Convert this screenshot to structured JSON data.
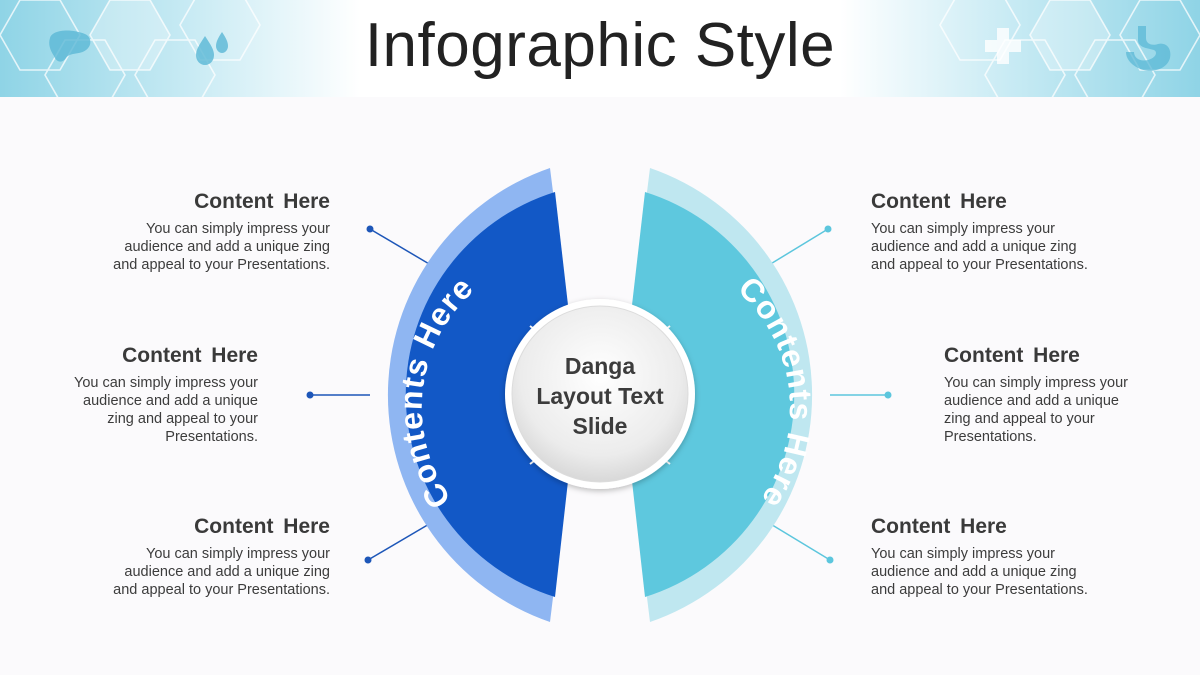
{
  "title": "Infographic Style",
  "center_label": [
    "Danga",
    "Layout Text",
    "Slide"
  ],
  "arcs": {
    "left_label": "Contents Here",
    "right_label": "Contents Here"
  },
  "blocks": [
    {
      "heading": "Content Here",
      "text_lines": [
        "You can simply impress your",
        "audience and add a unique zing",
        "and appeal to your Presentations."
      ]
    },
    {
      "heading": "Content Here",
      "text_lines": [
        "You can simply impress your",
        "audience and add a unique",
        "zing and appeal to your",
        "Presentations."
      ]
    },
    {
      "heading": "Content Here",
      "text_lines": [
        "You can simply impress your",
        "audience and add a unique zing",
        "and appeal to your Presentations."
      ]
    },
    {
      "heading": "Content Here",
      "text_lines": [
        "You can simply impress your",
        "audience and add a unique zing",
        "and appeal to your Presentations."
      ]
    },
    {
      "heading": "Content Here",
      "text_lines": [
        "You can simply impress your",
        "audience and add a unique",
        "zing and appeal to your",
        "Presentations."
      ]
    },
    {
      "heading": "Content Here",
      "text_lines": [
        "You can simply impress your",
        "audience and add a unique zing",
        "and appeal to your Presentations."
      ]
    }
  ],
  "colors": {
    "left_outer": "#8fb6f2",
    "left_inner": "#1258c6",
    "right_outer": "#bfe7f0",
    "right_inner": "#5ec8de",
    "left_connector": "#1d56b8",
    "right_connector": "#5cc6dd"
  },
  "icons": [
    "liver-icon",
    "drops-icon",
    "medical-cross-icon",
    "stomach-icon"
  ]
}
